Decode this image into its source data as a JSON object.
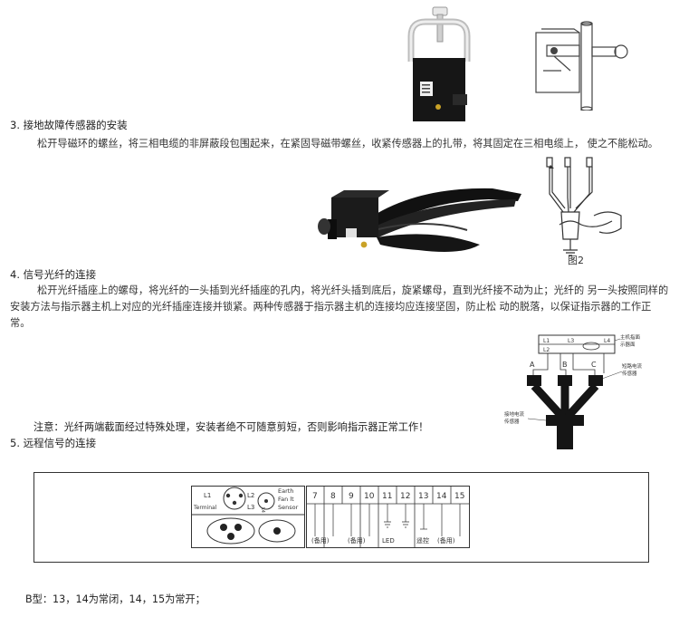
{
  "section3": {
    "heading": "3. 接地故障传感器的安装",
    "para": "松开导磁环的螺丝，将三相电缆的非屏蔽段包围起来，在紧固导磁带螺丝，收紧传感器上的扎带，将其固定在三相电缆上，  使之不能松动。"
  },
  "figure2": {
    "caption": "图2"
  },
  "section4": {
    "heading": "4. 信号光纤的连接",
    "para": "松开光纤插座上的螺母，将光纤的一头插到光纤插座的孔内，将光纤头插到底后，旋紧螺母，直到光纤接不动为止；光纤的   另一头按照同样的安装方法与指示器主机上对应的光纤插座连接并锁紧。两种传感器于指示器主机的连接均应连接坚固，防止松   动的脱落，以保证指示器的工作正常。"
  },
  "install_diagram": {
    "line_labels": [
      "L1",
      "L3",
      "L2",
      "L4"
    ],
    "indicator_label": [
      "主机指面",
      "示器面"
    ],
    "phase_labels": [
      "A",
      "B",
      "C"
    ],
    "phase_sensor_label": [
      "短路电流",
      "传感器"
    ],
    "ground_sensor_label": [
      "接地电流",
      "传感器"
    ]
  },
  "note": "注意：光纤两端截面经过特殊处理，安装者绝不可随意剪短，否则影响指示器正常工作！",
  "section5": {
    "heading": "5. 远程信号的连接"
  },
  "terminal_diagram": {
    "left_labels": {
      "l1": "L1",
      "l2": "L2",
      "l3": "L3",
      "terminal": "Terminal"
    },
    "sensor_labels": {
      "l4": "L4",
      "earth": "Earth",
      "fault": "Fan lt",
      "sensor": "Sensor"
    },
    "terminals": [
      "7",
      "8",
      "9",
      "10",
      "11",
      "12",
      "13",
      "14",
      "15"
    ],
    "group_labels": {
      "spare1": "(备用)",
      "spare2": "(备用)",
      "led": "LED",
      "remote": "遥控",
      "spare3": "(备用)"
    }
  },
  "btype_note": "B型：13，14为常闭，14，15为常开；"
}
